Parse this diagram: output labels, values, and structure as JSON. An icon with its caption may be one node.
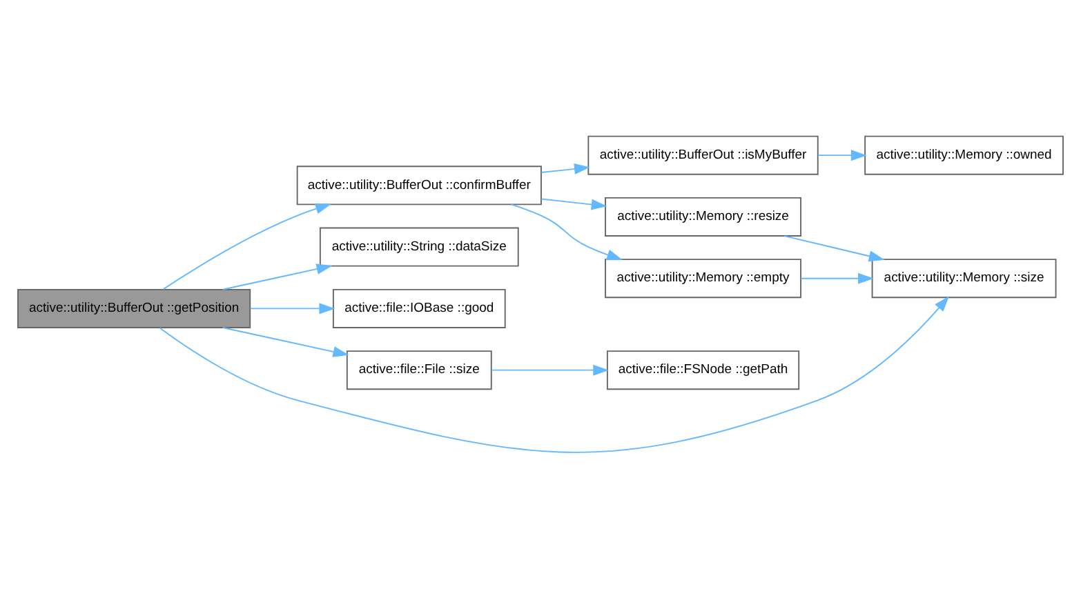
{
  "diagram": {
    "nodes": [
      {
        "text": [
          "active::utility::BufferOut ::getPosition"
        ]
      },
      {
        "text": [
          "active::utility::BufferOut ::confirmBuffer"
        ]
      },
      {
        "text": [
          "active::utility::String ::dataSize"
        ]
      },
      {
        "text": [
          "active::file::IOBase ::good"
        ]
      },
      {
        "text": [
          "active::file::File ::size"
        ]
      },
      {
        "text": [
          "active::utility::BufferOut ::isMyBuffer"
        ]
      },
      {
        "text": [
          "active::utility::Memory ::resize"
        ]
      },
      {
        "text": [
          "active::utility::Memory ::empty"
        ]
      },
      {
        "text": [
          "active::utility::Memory ::size"
        ]
      },
      {
        "text": [
          "active::utility::Memory ::owned"
        ]
      },
      {
        "text": [
          "active::file::FSNode ::getPath"
        ]
      }
    ],
    "edges": [
      {
        "from": 0,
        "to": 1,
        "arrow": "to"
      },
      {
        "from": 0,
        "to": 8,
        "arrow": "to"
      },
      {
        "from": 0,
        "to": 2,
        "arrow": "to"
      },
      {
        "from": 0,
        "to": 3,
        "arrow": "to"
      },
      {
        "from": 0,
        "to": 4,
        "arrow": "to"
      },
      {
        "from": 1,
        "to": 5,
        "arrow": "to"
      },
      {
        "from": 1,
        "to": 6,
        "arrow": "to"
      },
      {
        "from": 1,
        "to": 7,
        "arrow": "to"
      },
      {
        "from": 5,
        "to": 9,
        "arrow": "to"
      },
      {
        "from": 6,
        "to": 8,
        "arrow": "to"
      },
      {
        "from": 7,
        "to": 8,
        "arrow": "to"
      },
      {
        "from": 4,
        "to": 10,
        "arrow": "to"
      }
    ]
  }
}
